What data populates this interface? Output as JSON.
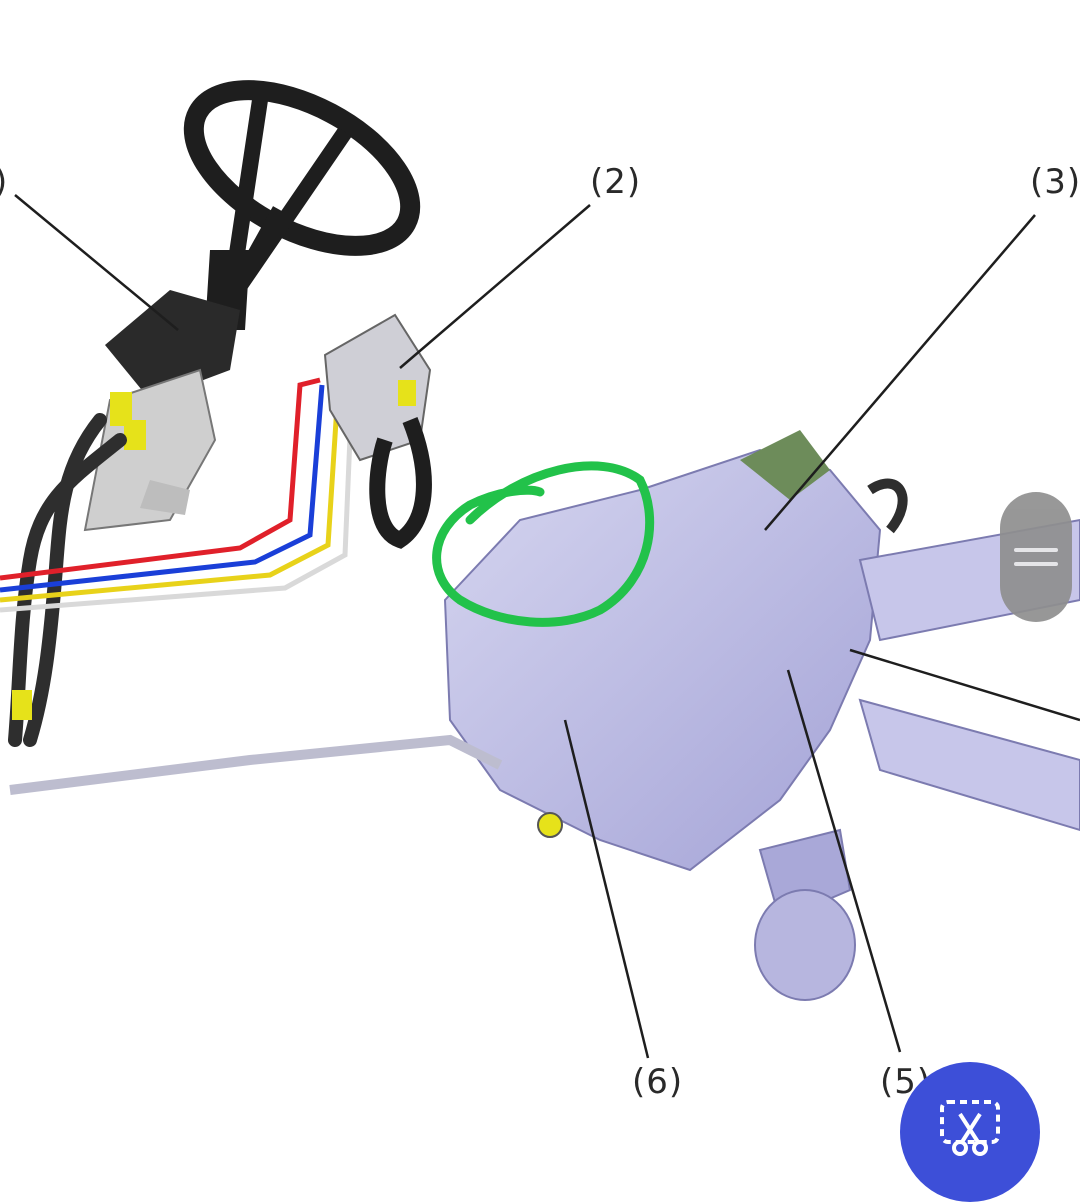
{
  "diagram": {
    "callouts": [
      {
        "id": "1",
        "label": ")"
      },
      {
        "id": "2",
        "label": "(2)"
      },
      {
        "id": "3",
        "label": "(3)"
      },
      {
        "id": "5",
        "label": "(5)"
      },
      {
        "id": "6",
        "label": "(6)"
      }
    ],
    "highlight_color": "#22c24a",
    "hose_colors": {
      "red": "#e0202a",
      "blue": "#1a3fd8",
      "yellow": "#e8d21a",
      "white": "#d9d9d9"
    },
    "part_color": "#b9b8e4"
  },
  "overlay": {
    "side_handle_icon": "drag-handle-icon",
    "fab_icon": "screenshot-scissors-icon",
    "fab_color": "#3d4fd8"
  }
}
